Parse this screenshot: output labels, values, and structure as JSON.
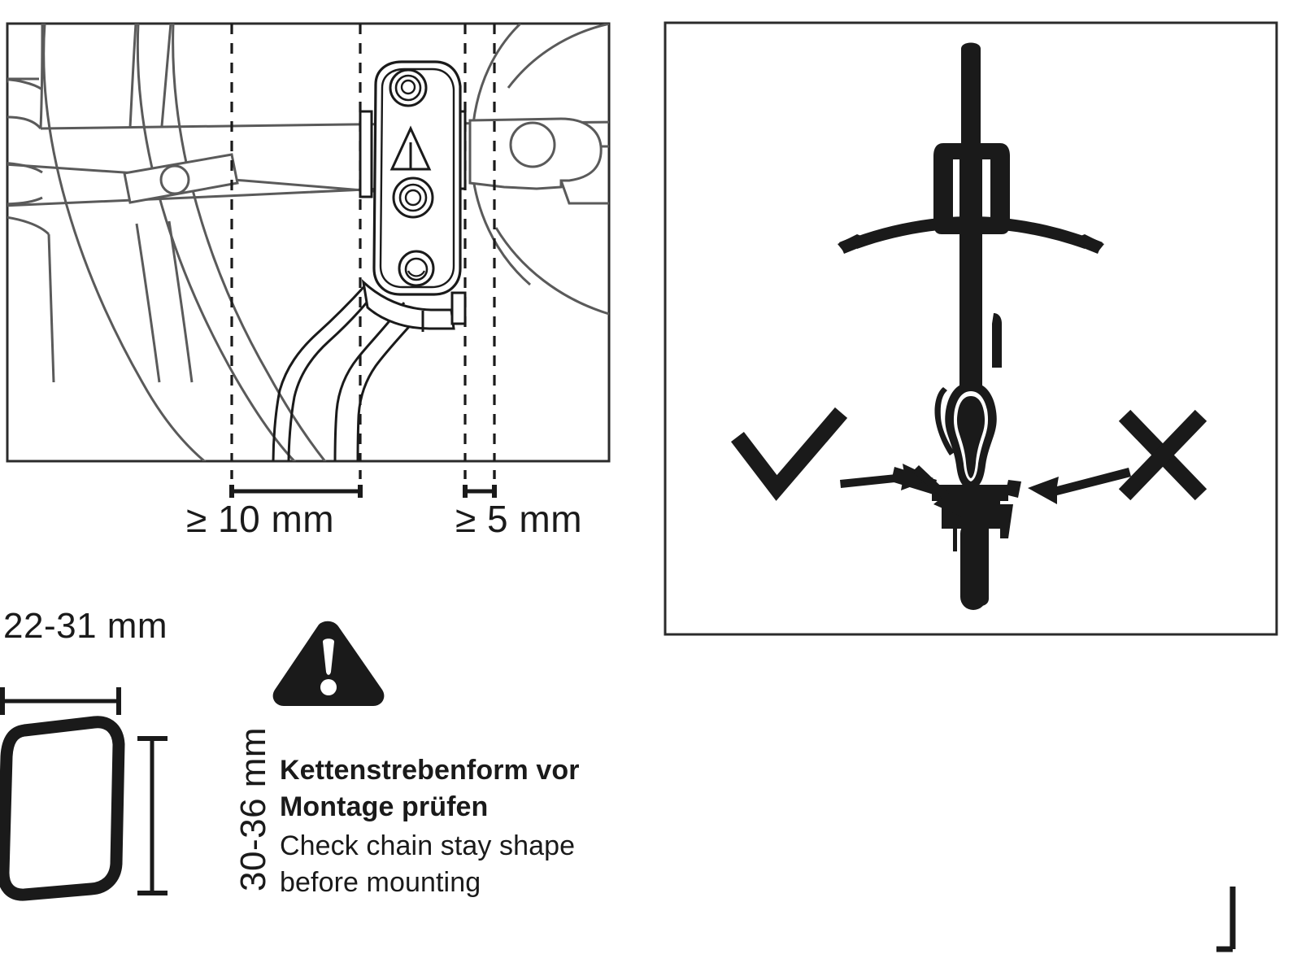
{
  "doc": {
    "kind": "bicycle-sensor-mounting-instruction-sheet",
    "background_color": "#ffffff",
    "ink_color": "#1a1a1a",
    "line_color": "#5a5a5a"
  },
  "panel_left": {
    "name": "chain-stay-clearance-detail",
    "border_color": "#2b2b2b",
    "sensor_logo": "triangle-a-logo"
  },
  "panel_right": {
    "name": "bike-top-view-saddle-alignment",
    "border_color": "#2b2b2b",
    "check_symbol": "check-icon",
    "cross_symbol": "cross-icon"
  },
  "dimensions": {
    "clearance_major": "≥ 10 mm",
    "clearance_minor": "≥ 5 mm",
    "tube_width": "22-31 mm",
    "tube_height": "30-36 mm"
  },
  "warning": {
    "icon": "warning-triangle-icon",
    "title_de_line1": "Kettenstrebenform vor",
    "title_de_line2": "Montage prüfen",
    "body_en_line1": "Check chain stay shape",
    "body_en_line2": "before mounting"
  }
}
